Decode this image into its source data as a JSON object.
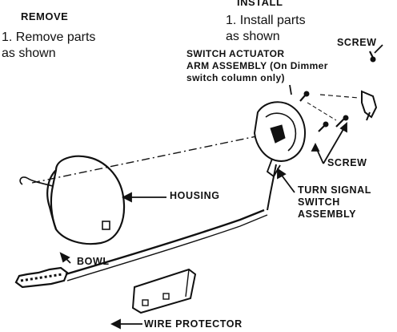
{
  "remove": {
    "heading": "REMOVE",
    "step_line1": "1. Remove parts",
    "step_line2": "as shown"
  },
  "install": {
    "heading": "INSTALL",
    "step_line1": "1.  Install parts",
    "step_line2": "as shown"
  },
  "labels": {
    "screw_top": "SCREW",
    "switch_actuator_line1": "SWITCH ACTUATOR",
    "switch_actuator_line2": "ARM ASSEMBLY (On Dimmer",
    "switch_actuator_line3": "switch column only)",
    "screw_right": "SCREW",
    "housing": "HOUSING",
    "turn_signal_line1": "TURN SIGNAL",
    "turn_signal_line2": "SWITCH",
    "turn_signal_line3": "ASSEMBLY",
    "bowl": "BOWL",
    "wire_protector": "WIRE PROTECTOR"
  }
}
